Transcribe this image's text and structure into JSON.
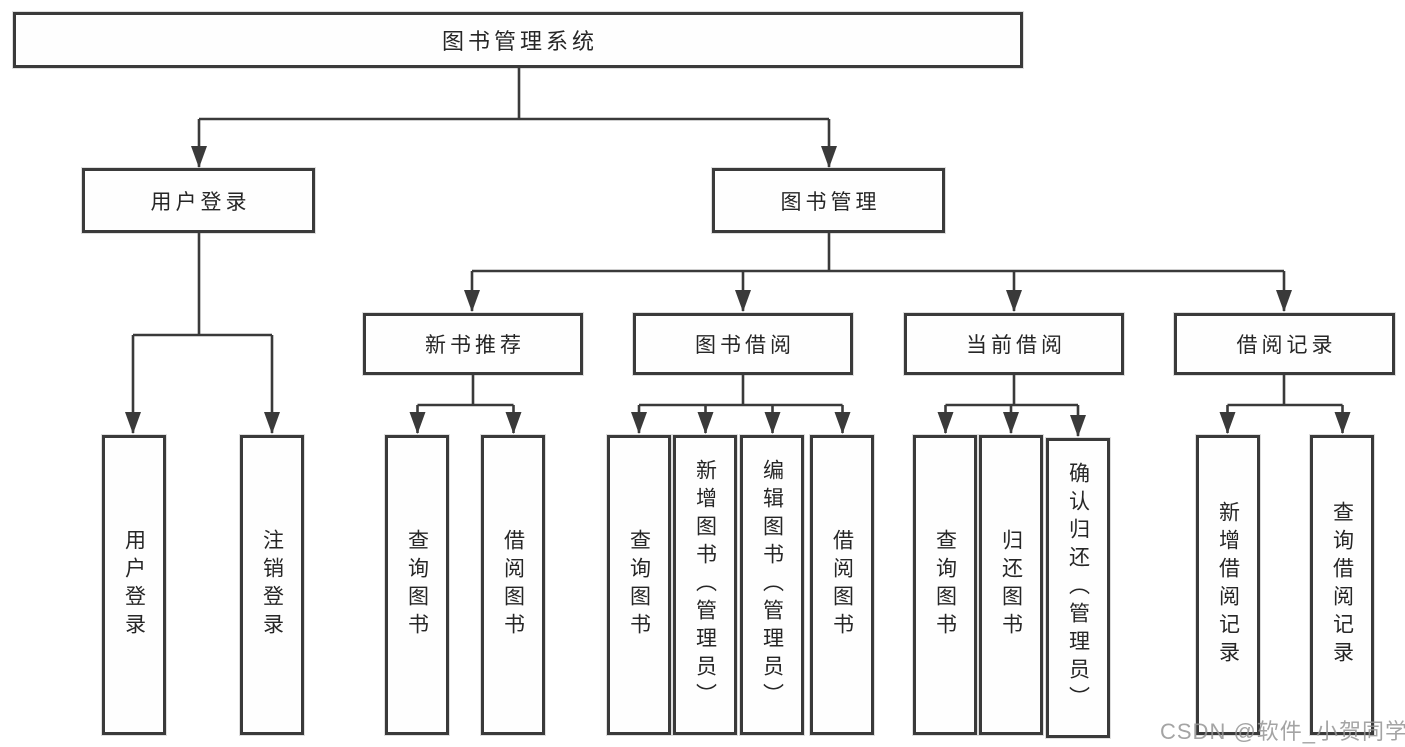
{
  "diagram": {
    "tree": {
      "label": "图书管理系统",
      "children": [
        {
          "label": "用户登录",
          "children": [
            {
              "label": "用户登录"
            },
            {
              "label": "注销登录"
            }
          ]
        },
        {
          "label": "图书管理",
          "children": [
            {
              "label": "新书推荐",
              "children": [
                {
                  "label": "查询图书"
                },
                {
                  "label": "借阅图书"
                }
              ]
            },
            {
              "label": "图书借阅",
              "children": [
                {
                  "label": "查询图书"
                },
                {
                  "label": "新增图书（管理员）"
                },
                {
                  "label": "编辑图书（管理员）"
                },
                {
                  "label": "借阅图书"
                }
              ]
            },
            {
              "label": "当前借阅",
              "children": [
                {
                  "label": "查询图书"
                },
                {
                  "label": "归还图书"
                },
                {
                  "label": "确认归还（管理员）"
                }
              ]
            },
            {
              "label": "借阅记录",
              "children": [
                {
                  "label": "新增借阅记录"
                },
                {
                  "label": "查询借阅记录"
                }
              ]
            }
          ]
        }
      ]
    },
    "watermark": "CSDN @软件_小贺同学",
    "colors": {
      "line": "#3a3a3a",
      "box_border": "#3a3a3a",
      "text": "#262626",
      "watermark": "#949494",
      "background": "#ffffff"
    }
  }
}
